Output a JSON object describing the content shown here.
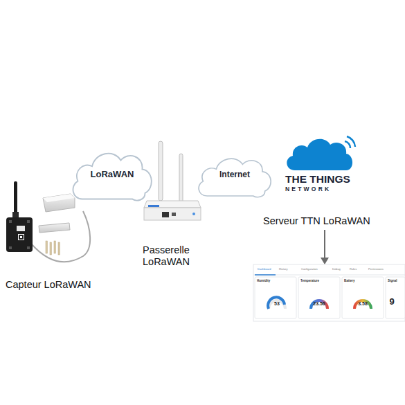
{
  "diagram": {
    "nodes": [
      {
        "text": [
          "LoRaWAN"
        ]
      },
      {
        "text": [
          "Internet"
        ]
      }
    ],
    "labels": [
      "Capteur LoRaWAN",
      "Passerelle LoRaWAN",
      "THE THINGS",
      "NETWORK",
      "Serveur TTN LoRaWAN",
      "Dashboard",
      "History",
      "Configuration",
      "Debug",
      "Rules",
      "Permissions",
      "Humidity",
      "Temperature",
      "Battery",
      "Signal",
      "53",
      "23.56",
      "3.58",
      "9"
    ]
  }
}
